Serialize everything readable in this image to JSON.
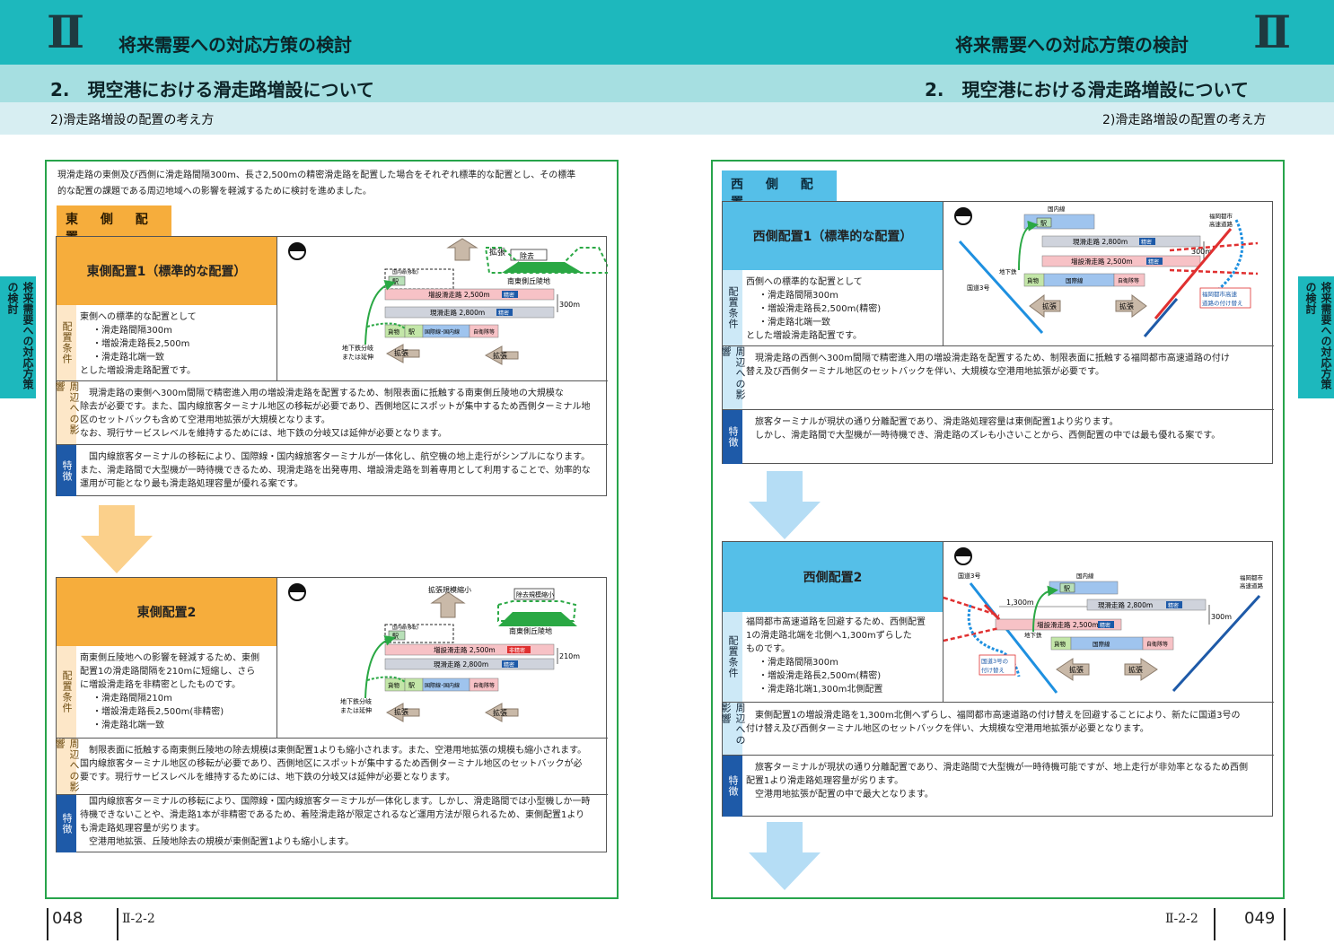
{
  "header": {
    "roman": "Ⅱ",
    "chapter": "将来需要への対応方策の検討",
    "section": "2.　現空港における滑走路増設について",
    "subsection": "2)滑走路増設の配置の考え方"
  },
  "side_tab": "将来需要への対応方策の検討",
  "left": {
    "intro": [
      "現滑走路の東側及び西側に滑走路間隔300m、長さ2,500mの精密滑走路を配置した場合をそれぞれ標準的な配置とし、その標準",
      "的な配置の課題である周辺地域への影響を軽減するために検討を進めました。"
    ],
    "heading": "東 側 配 置",
    "card1": {
      "title": "東側配置1（標準的な配置）",
      "side1": "配置条件",
      "cond": [
        "東側への標準的な配置として",
        "・滑走路間隔300m",
        "・増設滑走路長2,500m",
        "・滑走路北端一致",
        "とした増設滑走路配置です。"
      ],
      "side2": "周辺への影響",
      "impact": [
        "　現滑走路の東側へ300m間隔で精密進入用の増設滑走路を配置するため、制限表面に抵触する南東側丘陵地の大規模な",
        "除去が必要です。また、国内線旅客ターミナル地区の移転が必要であり、西側地区にスポットが集中するため西側ターミナル地",
        "区のセットバックも含めて空港用地拡張が大規模となります。",
        "なお、現行サービスレベルを維持するためには、地下鉄の分岐又は延伸が必要となります。"
      ],
      "side3": "特徴",
      "feature": [
        "　国内線旅客ターミナルの移転により、国際線・国内線旅客ターミナルが一体化し、航空機の地上走行がシンプルになります。",
        "また、滑走路間で大型機が一時待機できるため、現滑走路を出発専用、増設滑走路を到着専用として利用することで、効率的な",
        "運用が可能となり最も滑走路処理容量が優れる案です。"
      ]
    },
    "card1_diagram": {
      "remove": "除去",
      "expand": "拡張",
      "hill": "南東側丘陵地",
      "terminal_dashed": "国内線(移転)",
      "station": "駅",
      "new_rwy": "増設滑走路 2,500m",
      "precision": "精密",
      "cur_rwy": "現滑走路 2,800m",
      "gap": "300m",
      "cargo": "貨物",
      "intl": "国際線･国内線",
      "sdf": "自衛隊等",
      "subway": "地下鉄分岐",
      "subway2": "または延伸"
    },
    "card2": {
      "title": "東側配置2",
      "side1": "配置条件",
      "cond": [
        "南東側丘陵地への影響を軽減するため、東側",
        "配置1の滑走路間隔を210mに短縮し、さら",
        "に増設滑走路を非精密としたものです。",
        "・滑走路間隔210m",
        "・増設滑走路長2,500m(非精密)",
        "・滑走路北端一致"
      ],
      "side2": "周辺への影響",
      "impact": [
        "　制限表面に抵触する南東側丘陵地の除去規模は東側配置1よりも縮小されます。また、空港用地拡張の規模も縮小されます。",
        "国内線旅客ターミナル地区の移転が必要であり、西側地区にスポットが集中するため西側ターミナル地区のセットバックが必",
        "要です。現行サービスレベルを維持するためには、地下鉄の分岐又は延伸が必要となります。"
      ],
      "side3": "特徴",
      "feature": [
        "　国内線旅客ターミナルの移転により、国際線・国内線旅客ターミナルが一体化します。しかし、滑走路間では小型機しか一時",
        "待機できないことや、滑走路1本が非精密であるため、着陸滑走路が限定されるなど運用方法が限られるため、東側配置1より",
        "も滑走路処理容量が劣ります。",
        "　空港用地拡張、丘陵地除去の規模が東側配置1よりも縮小します。"
      ]
    },
    "card2_diagram": {
      "remove": "除去規模縮小",
      "expand": "拡張規模縮小",
      "hill": "南東側丘陵地",
      "terminal_dashed": "国内線(移転)",
      "station": "駅",
      "new_rwy": "増設滑走路 2,500m",
      "nonprec": "非精密",
      "cur_rwy": "現滑走路 2,800m",
      "precision": "精密",
      "gap": "210m",
      "cargo": "貨物",
      "intl": "国際線･国内線",
      "sdf": "自衛隊等",
      "subway": "地下鉄分岐",
      "subway2": "または延伸",
      "exp": "拡張"
    },
    "page": "048",
    "code": "Ⅱ-2-2"
  },
  "right": {
    "heading": "西 側 配 置",
    "card1": {
      "title": "西側配置1（標準的な配置）",
      "side1": "配置条件",
      "cond": [
        "西側への標準的な配置として",
        "・滑走路間隔300m",
        "・増設滑走路長2,500m(精密)",
        "・滑走路北端一致",
        "とした増設滑走路配置です。"
      ],
      "side2": "周辺への影響",
      "impact": [
        "　現滑走路の西側へ300m間隔で精密進入用の増設滑走路を配置するため、制限表面に抵触する福岡都市高速道路の付け",
        "替え及び西側ターミナル地区のセットバックを伴い、大規模な空港用地拡張が必要です。"
      ],
      "side3": "特徴",
      "feature": [
        "　旅客ターミナルが現状の通り分離配置であり、滑走路処理容量は東側配置1より劣ります。",
        "　しかし、滑走路間で大型機が一時待機でき、滑走路のズレも小さいことから、西側配置の中では最も優れる案です。"
      ]
    },
    "card1_diagram": {
      "domestic": "国内線",
      "station": "駅",
      "cur_rwy": "現滑走路 2,800m",
      "precision": "精密",
      "new_rwy": "増設滑走路 2,500m",
      "gap": "300m",
      "cargo": "貨物",
      "intl": "国際線",
      "sdf": "自衛隊等",
      "subway": "地下鉄",
      "route3": "国道3号",
      "hw1": "福岡都市",
      "hw2": "高速道路",
      "hwc1": "福岡都市高速",
      "hwc2": "道路の付け替え",
      "exp": "拡張"
    },
    "card2": {
      "title": "西側配置2",
      "side1": "配置条件",
      "cond": [
        "福岡都市高速道路を回避するため、西側配置",
        "1の滑走路北端を北側へ1,300mずらした",
        "ものです。",
        "・滑走路間隔300m",
        "・増設滑走路長2,500m(精密)",
        "・滑走路北端1,300m北側配置"
      ],
      "side2": "周辺への影響",
      "impact": [
        "　東側配置1の増設滑走路を1,300m北側へずらし、福岡都市高速道路の付け替えを回避することにより、新たに国道3号の",
        "付け替え及び西側ターミナル地区のセットバックを伴い、大規模な空港用地拡張が必要となります。"
      ],
      "side3": "特徴",
      "feature": [
        "　旅客ターミナルが現状の通り分離配置であり、滑走路間で大型機が一時待機可能ですが、地上走行が非効率となるため西側",
        "配置1より滑走路処理容量が劣ります。",
        "　空港用地拡張が配置の中で最大となります。"
      ]
    },
    "card2_diagram": {
      "route3": "国道3号",
      "domestic": "国内線",
      "station": "駅",
      "shift": "1,300m",
      "cur_rwy": "現滑走路 2,800m",
      "precision": "精密",
      "new_rwy": "増設滑走路 2,500m",
      "gap": "300m",
      "cargo": "貨物",
      "intl": "国際線",
      "sdf": "自衛隊等",
      "subway": "地下鉄",
      "r3c1": "国道3号の",
      "r3c2": "付け替え",
      "hw1": "福岡都市",
      "hw2": "高速道路",
      "exp": "拡張"
    },
    "page": "049",
    "code": "Ⅱ-2-2"
  },
  "colors": {
    "teal": "#1db8bd",
    "teal_light": "#a6dfe1",
    "pale": "#d7eef2",
    "green": "#27a44b",
    "orange": "#f6ad3c",
    "orange_arrow": "#fbd08b",
    "blue": "#55bfe8",
    "blue_arrow": "#b5ddf5",
    "navy": "#1e5aa8",
    "side_light": "#fde7c8",
    "side_blue": "#cde9f7"
  }
}
